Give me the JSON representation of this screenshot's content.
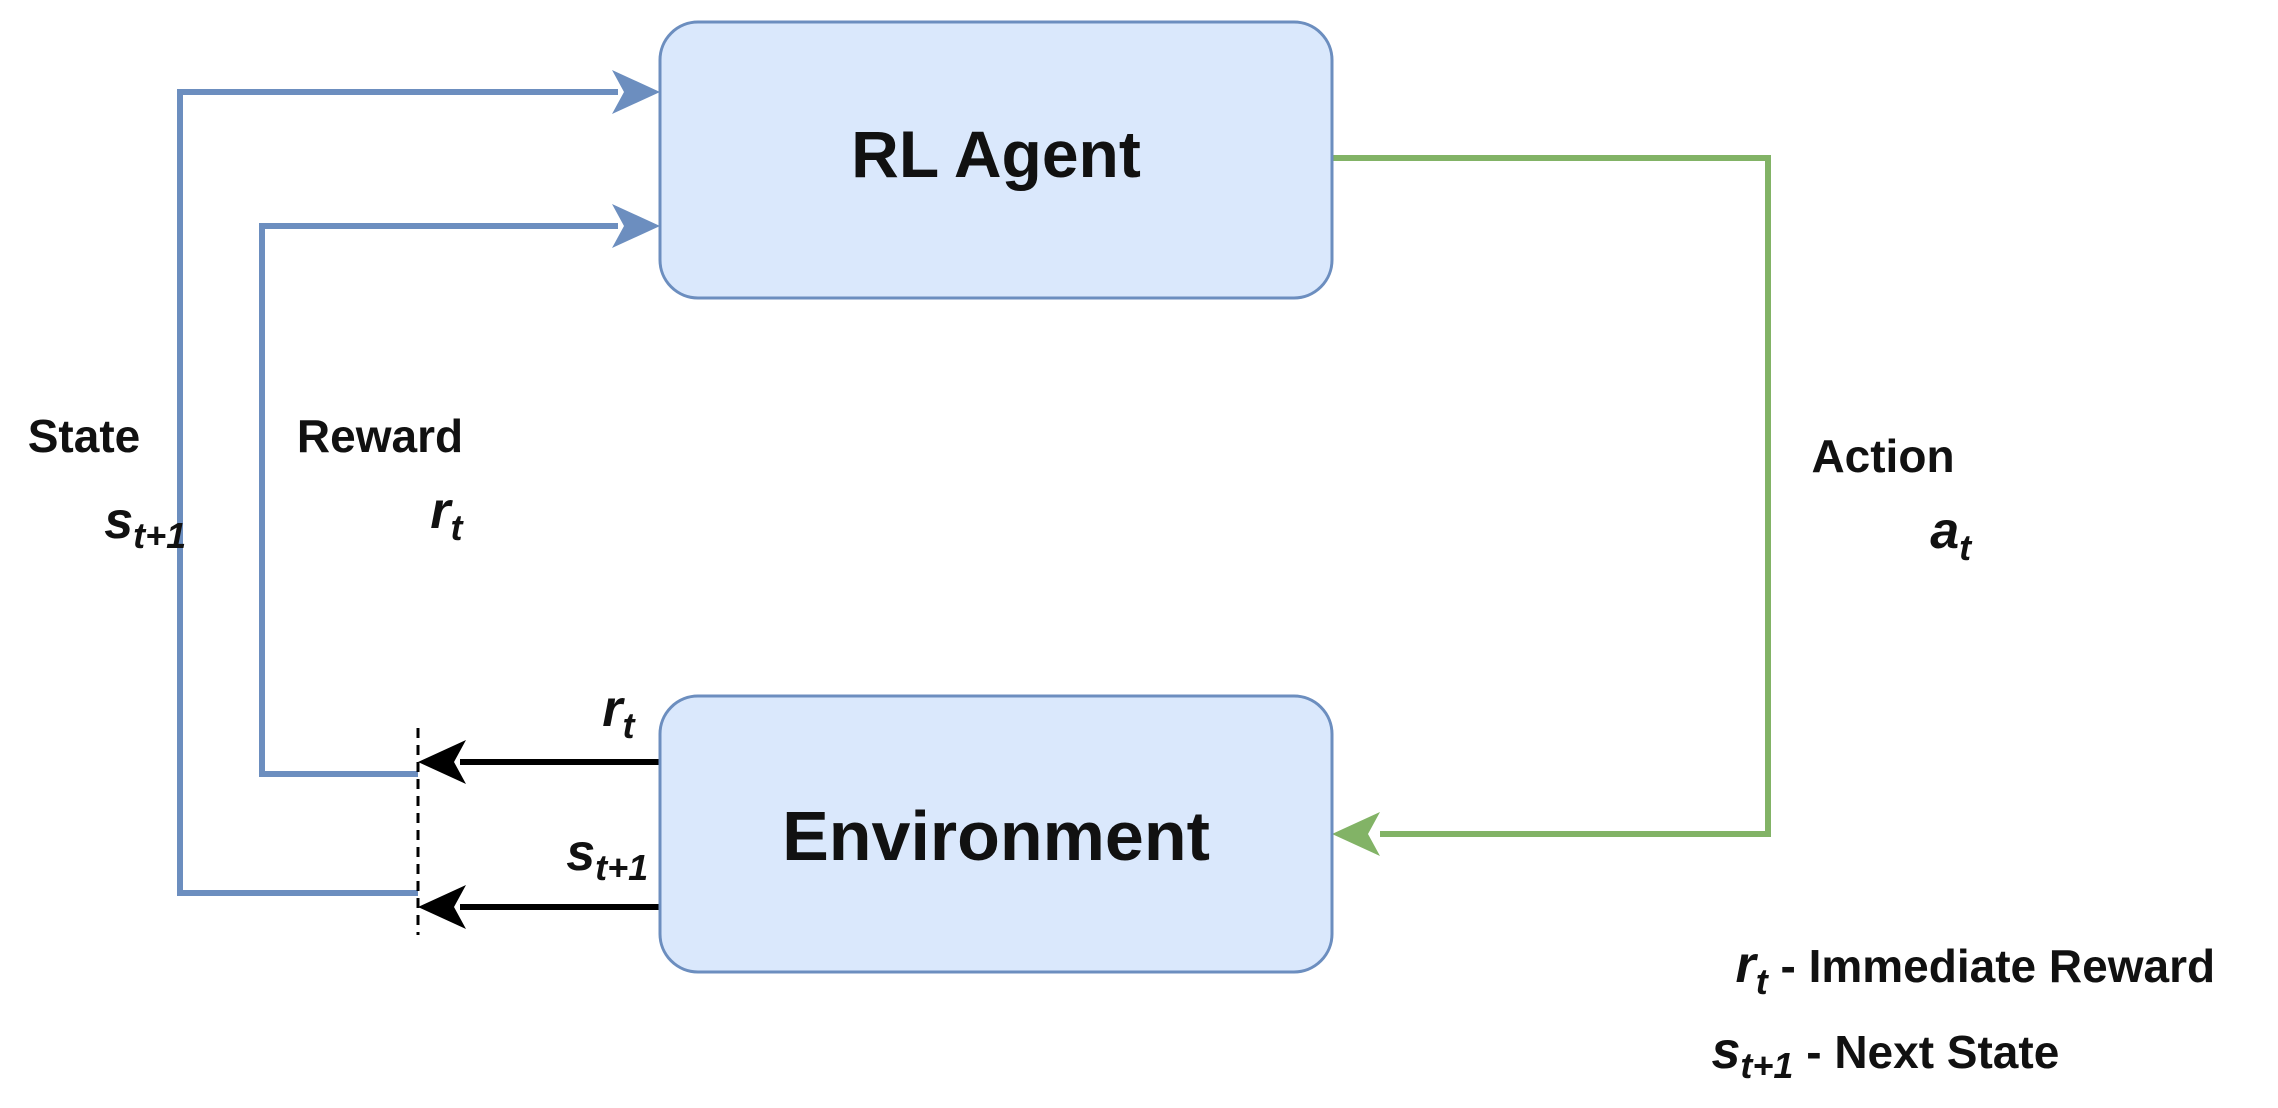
{
  "colors": {
    "box_fill": "#dae8fc",
    "box_stroke": "#6c8ebf",
    "feedback_line": "#6c8ebf",
    "action_line": "#82b366",
    "env_output_arrow": "#000000",
    "text": "#111111"
  },
  "nodes": {
    "agent": {
      "label": "RL Agent"
    },
    "environment": {
      "label": "Environment"
    }
  },
  "edges": {
    "state": {
      "word": "State",
      "symbol": "s",
      "subscript": "t+1"
    },
    "reward": {
      "word": "Reward",
      "symbol": "r",
      "subscript": "t"
    },
    "action": {
      "word": "Action",
      "symbol": "a",
      "subscript": "t"
    },
    "env_reward": {
      "symbol": "r",
      "subscript": "t"
    },
    "env_state": {
      "symbol": "s",
      "subscript": "t+1"
    }
  },
  "legend": {
    "items": [
      {
        "symbol": "r",
        "subscript": "t",
        "text": " - Immediate Reward"
      },
      {
        "symbol": "s",
        "subscript": "t+1",
        "text": " - Next State"
      }
    ]
  }
}
